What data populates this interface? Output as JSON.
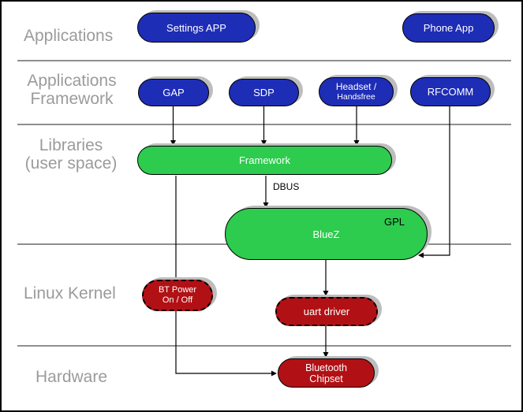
{
  "layers": [
    {
      "id": "applications",
      "label": "Applications"
    },
    {
      "id": "applications-framework",
      "label": "Applications\nFramework"
    },
    {
      "id": "libraries-user-space",
      "label": "Libraries\n(user space)"
    },
    {
      "id": "linux-kernel",
      "label": "Linux Kernel"
    },
    {
      "id": "hardware",
      "label": "Hardware"
    }
  ],
  "nodes": {
    "settings_app": {
      "label": "Settings APP"
    },
    "phone_app": {
      "label": "Phone App"
    },
    "gap": {
      "label": "GAP"
    },
    "sdp": {
      "label": "SDP"
    },
    "headset": {
      "label_line1": "Headset /",
      "label_line2": "Handsfree"
    },
    "rfcomm": {
      "label": "RFCOMM"
    },
    "framework": {
      "label": "Framework"
    },
    "bluez": {
      "label": "BlueZ",
      "annotation": "GPL"
    },
    "bt_power": {
      "label_line1": "BT Power",
      "label_line2": "On / Off"
    },
    "uart_driver": {
      "label": "uart driver"
    },
    "chipset": {
      "label_line1": "Bluetooth",
      "label_line2": "Chipset"
    }
  },
  "edges": {
    "dbus_label": "DBUS"
  },
  "colors": {
    "app_node": "#1e2db6",
    "library_node": "#2dcb4e",
    "kernel_node": "#b11115",
    "layer_label": "#9b9b9b",
    "divider": "#8f8f8f",
    "shadow": "#bdbdbd",
    "node_text": "#ffffff",
    "line": "#000000"
  }
}
